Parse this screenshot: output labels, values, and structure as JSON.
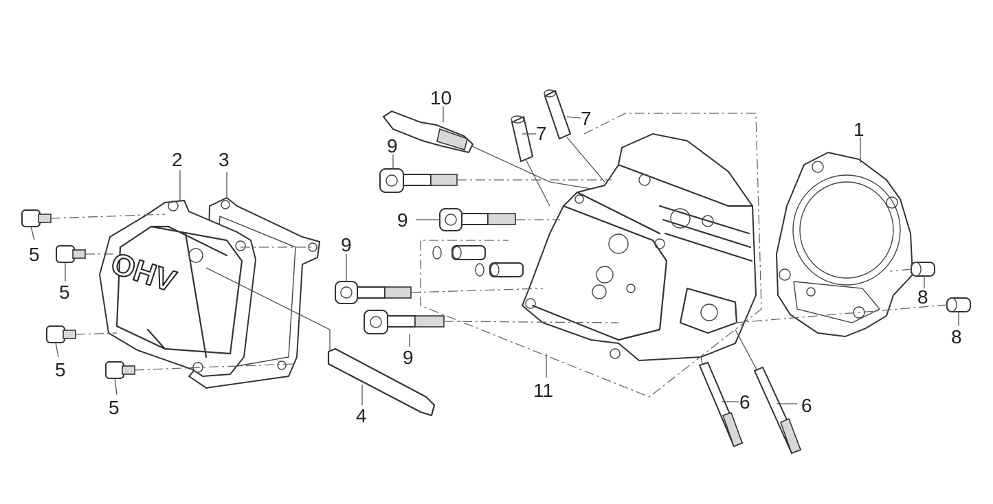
{
  "logo_text": "OHV",
  "callouts": {
    "c1": "1",
    "c2": "2",
    "c3": "3",
    "c4": "4",
    "c5a": "5",
    "c5b": "5",
    "c5c": "5",
    "c5d": "5",
    "c6a": "6",
    "c6b": "6",
    "c7a": "7",
    "c7b": "7",
    "c8a": "8",
    "c8b": "8",
    "c9a": "9",
    "c9b": "9",
    "c9c": "9",
    "c9d": "9",
    "c10": "10",
    "c11": "11"
  }
}
